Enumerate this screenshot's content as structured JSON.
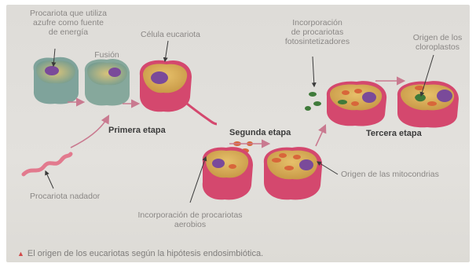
{
  "labels": {
    "sulfur_prokaryote": [
      "Procariota que utiliza",
      "azufre como fuente",
      "de energía"
    ],
    "fusion": "Fusión",
    "eukaryotic_cell": "Célula eucariota",
    "swimming_prokaryote": "Procariota nadador",
    "first_stage": "Primera etapa",
    "second_stage": "Segunda etapa",
    "third_stage": "Tercera etapa",
    "photosynthetic_incorporation": [
      "Incorporación",
      "de procariotas",
      "fotosintetizadores"
    ],
    "chloroplast_origin": [
      "Origen de los",
      "cloroplastos"
    ],
    "mitochondria_origin": "Origen de las mitocondrias",
    "aerobic_incorporation": [
      "Incorporación de procariotas",
      "aerobios"
    ]
  },
  "caption": {
    "marker": "▲",
    "text": "El origen de los eucariotas según la hipótesis endosimbiótica."
  },
  "colors": {
    "page": "#dfddd9",
    "cell_membrane": "#d4486e",
    "cytoplasm": "#d9b05a",
    "nucleus": "#7a4a9a",
    "mitochondrion": "#d8663a",
    "chloroplast": "#3f7a3a",
    "arrow": "#c97a90",
    "label_text": "#8a8785"
  }
}
